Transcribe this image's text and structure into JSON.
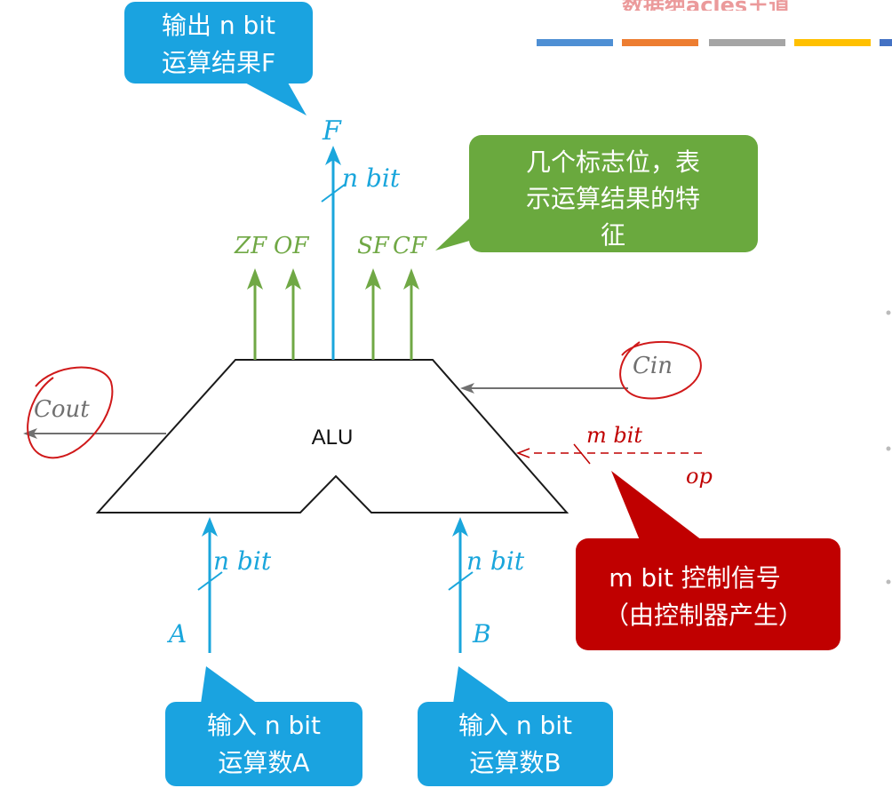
{
  "header": {
    "title_fragment": "数据绝acles王道",
    "bar_colors": [
      "#4e8fd4",
      "#ed7d31",
      "#a5a5a5",
      "#ffc000",
      "#4472c4"
    ]
  },
  "alu": {
    "label": "ALU"
  },
  "signals": {
    "F": "F",
    "F_width": "n bit",
    "A": "A",
    "A_width": "n bit",
    "B": "B",
    "B_width": "n bit",
    "flags": [
      "ZF",
      "OF",
      "SF",
      "CF"
    ],
    "cin": "Cin",
    "cout": "Cout",
    "op": "op",
    "op_width": "m bit"
  },
  "callouts": {
    "output_line1": "输出 n bit",
    "output_line2": "运算结果F",
    "flags_line1": "几个标志位，表",
    "flags_line2": "示运算结果的特",
    "flags_line3": "征",
    "control_line1": "m bit 控制信号",
    "control_line2": "（由控制器产生）",
    "inputA_line1": "输入 n bit",
    "inputA_line2": "运算数A",
    "inputB_line1": "输入 n bit",
    "inputB_line2": "运算数B"
  },
  "colors": {
    "blue": "#1aa6dc",
    "green": "#70a845",
    "callout_blue": "#1aa3e0",
    "callout_green": "#6aa93e",
    "callout_red": "#c00000",
    "annotation_red": "#d0191a",
    "gray": "#707070"
  }
}
